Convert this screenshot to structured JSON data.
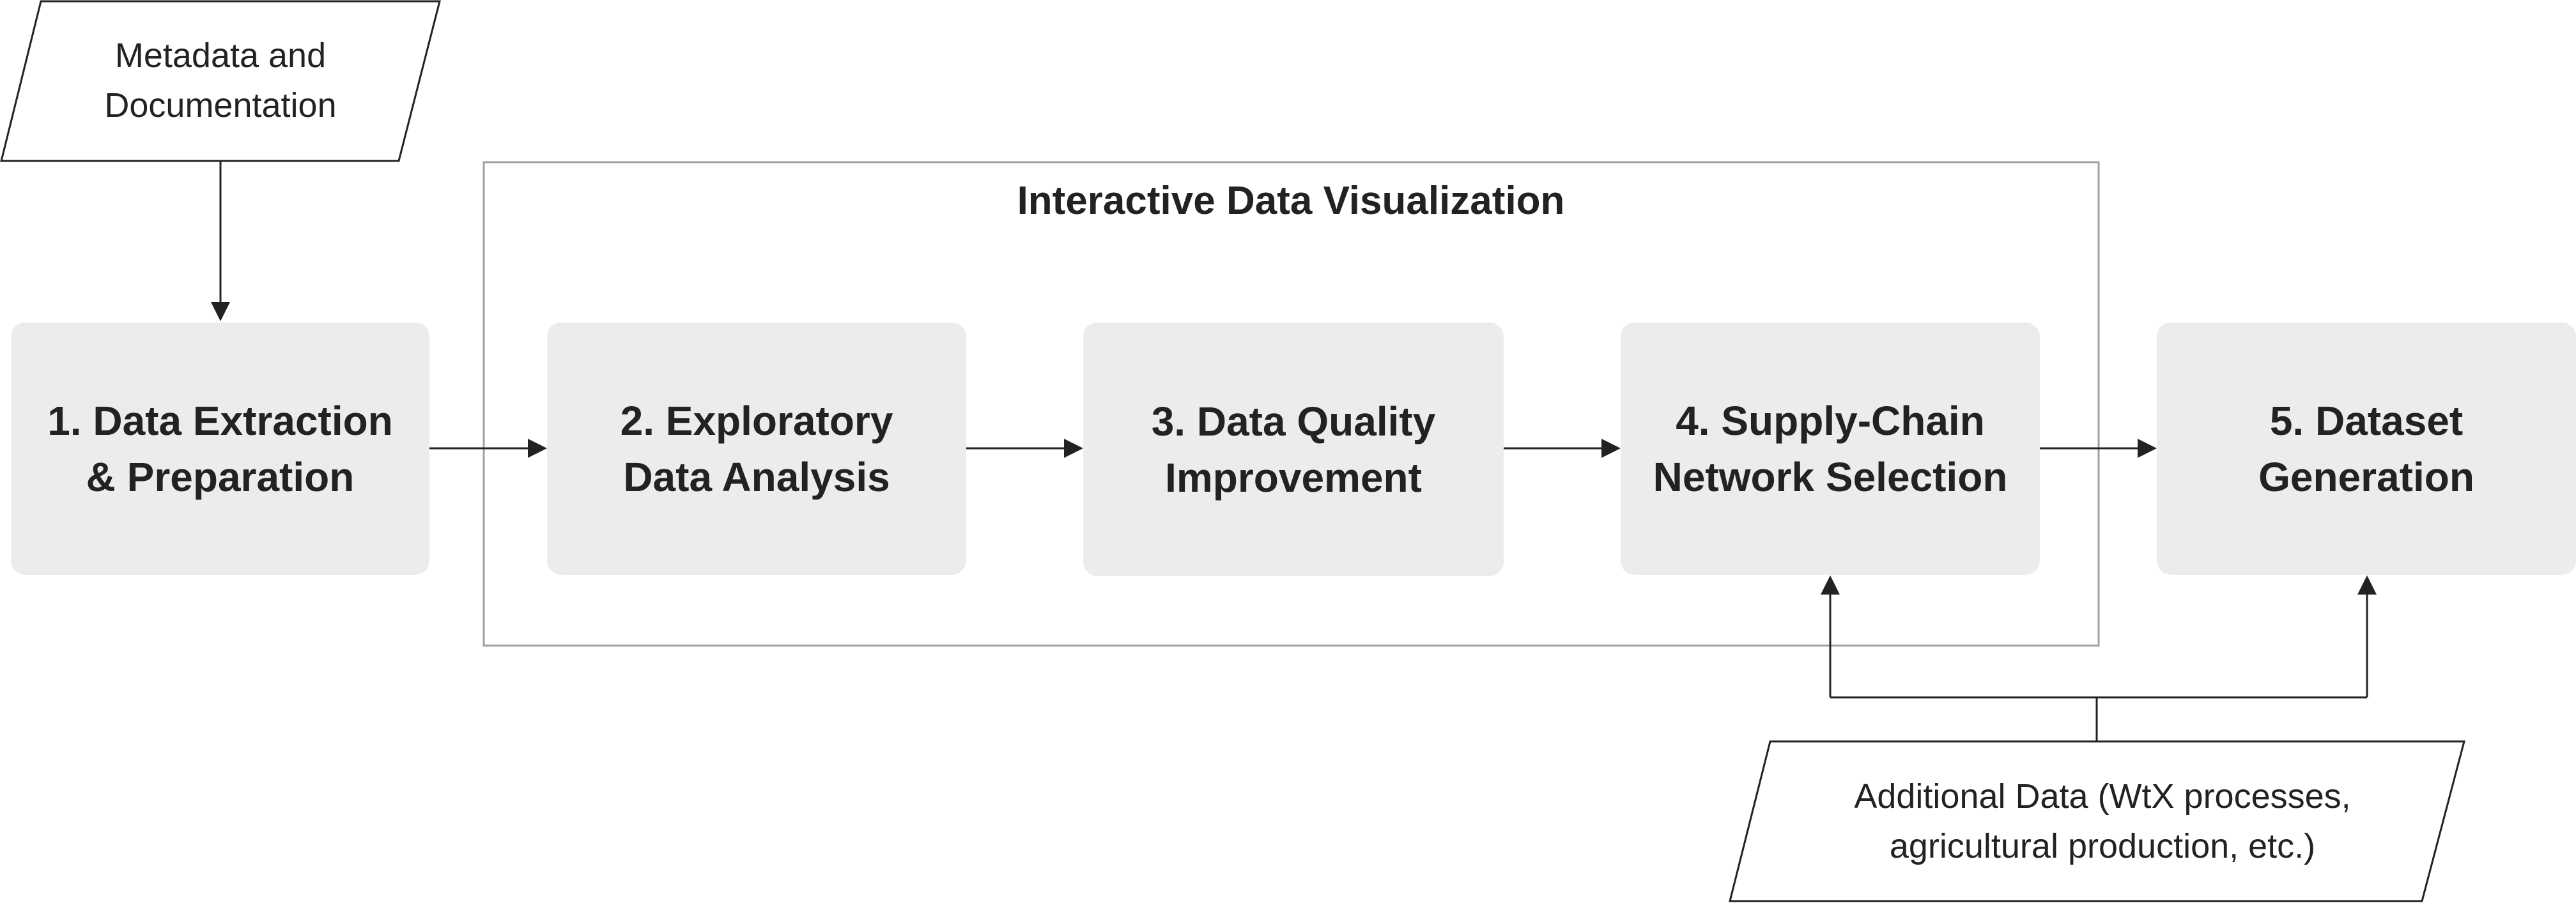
{
  "inputs": {
    "metadata": {
      "line1": "Metadata and",
      "line2": "Documentation"
    },
    "additional": {
      "line1": "Additional Data (WtX processes,",
      "line2": "agricultural production, etc.)"
    }
  },
  "group": {
    "title": "Interactive Data Visualization"
  },
  "steps": [
    {
      "line1": "1. Data Extraction",
      "line2": "& Preparation"
    },
    {
      "line1": "2. Exploratory",
      "line2": "Data Analysis"
    },
    {
      "line1": "3. Data Quality",
      "line2": "Improvement"
    },
    {
      "line1": "4. Supply-Chain",
      "line2": "Network Selection"
    },
    {
      "line1": "5. Dataset",
      "line2": "Generation"
    }
  ],
  "colors": {
    "step_fill": "#ececec",
    "stroke": "#222222",
    "group_border": "#a0a0a0",
    "background": "#ffffff"
  }
}
